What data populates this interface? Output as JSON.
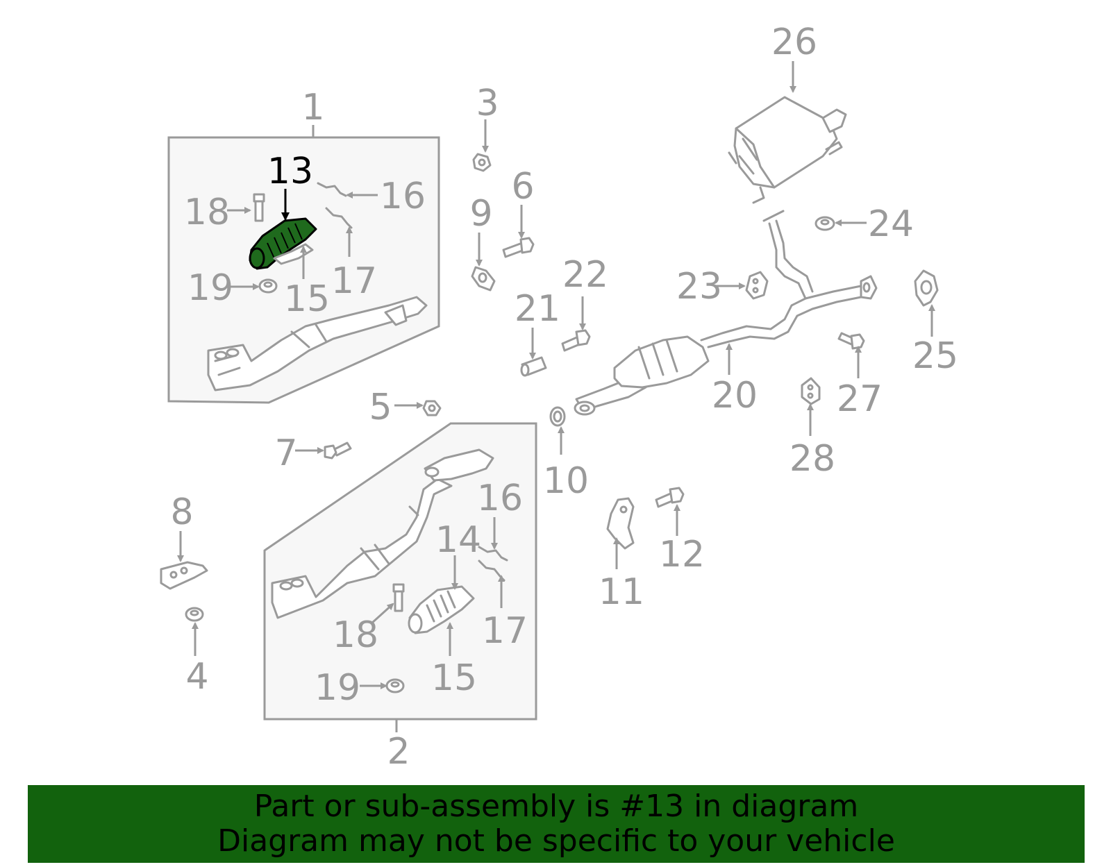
{
  "colors": {
    "line": "#9a9a9a",
    "highlight_fill": "#1f6a1d",
    "highlight_label": "#000000",
    "banner_bg": "#12620d",
    "box_bg": "#f7f7f7"
  },
  "labels": {
    "l1": "1",
    "l2": "2",
    "l3": "3",
    "l4": "4",
    "l5": "5",
    "l6": "6",
    "l7": "7",
    "l8": "8",
    "l9": "9",
    "l10": "10",
    "l11": "11",
    "l12": "12",
    "l13": "13",
    "l14": "14",
    "l15a": "15",
    "l15b": "15",
    "l16a": "16",
    "l16b": "16",
    "l17a": "17",
    "l17b": "17",
    "l18a": "18",
    "l18b": "18",
    "l19a": "19",
    "l19b": "19",
    "l20": "20",
    "l21": "21",
    "l22": "22",
    "l23": "23",
    "l24": "24",
    "l25": "25",
    "l26": "26",
    "l27": "27",
    "l28": "28"
  },
  "highlighted_part": "13",
  "banner": {
    "line1": "Part or sub-assembly is #13 in diagram",
    "line2": "Diagram may not be specific to your vehicle"
  }
}
